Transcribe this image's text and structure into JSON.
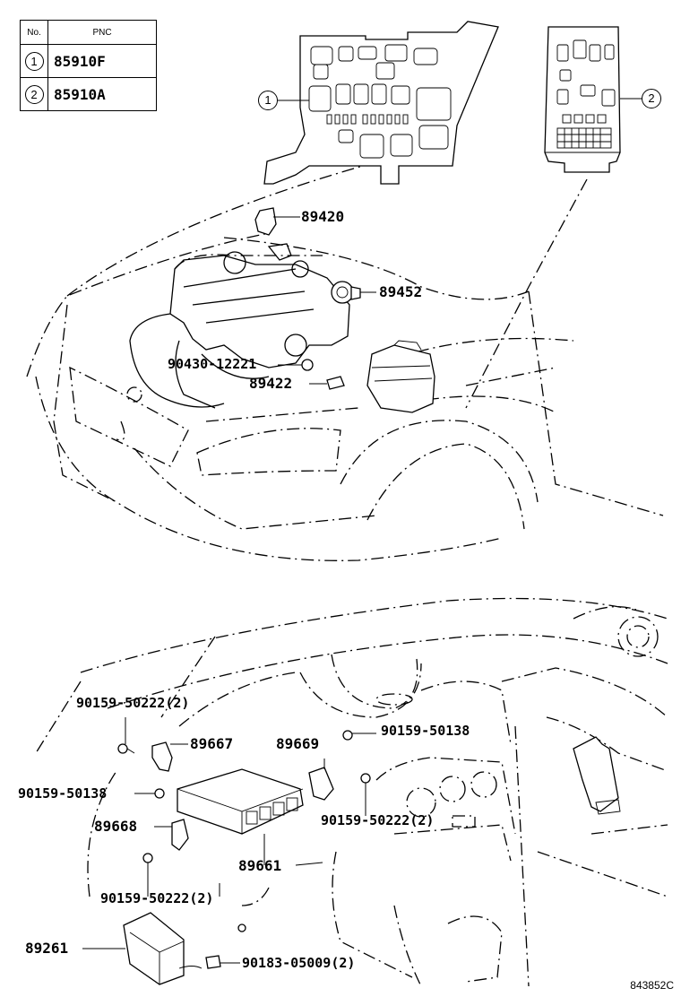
{
  "legend": {
    "header_no": "No.",
    "header_pnc": "PNC",
    "rows": [
      {
        "no": "1",
        "pnc": "85910F"
      },
      {
        "no": "2",
        "pnc": "85910A"
      }
    ]
  },
  "callouts": {
    "relay_block_1": "1",
    "relay_block_2": "2"
  },
  "parts": {
    "p89420": "89420",
    "p89452": "89452",
    "p90430": "90430-12221",
    "p89422": "89422",
    "p90159_top_left": "90159-50222(2)",
    "p89667": "89667",
    "p89669": "89669",
    "p90159_50138_right": "90159-50138",
    "p90159_50138_left": "90159-50138",
    "p89668": "89668",
    "p90159_right": "90159-50222(2)",
    "p89661": "89661",
    "p90159_bottom": "90159-50222(2)",
    "p89261": "89261",
    "p90183": "90183-05009(2)"
  },
  "reference_code": "843852C"
}
